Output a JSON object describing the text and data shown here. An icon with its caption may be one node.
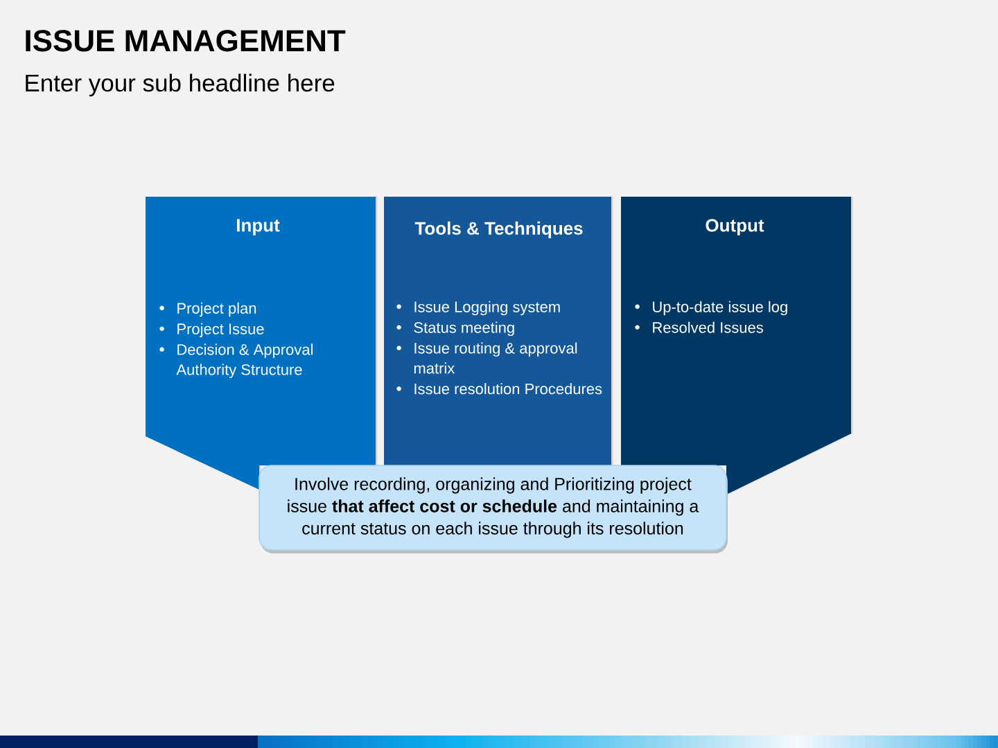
{
  "diagram": {
    "title": "ISSUE MANAGEMENT",
    "nodes": [
      {
        "text": [
          "Input",
          "Project plan",
          "Project Issue",
          "Decision & Approval Authority Structure"
        ]
      },
      {
        "text": [
          "Tools & Techniques",
          "Issue Logging system",
          "Status meeting",
          "Issue routing & approval matrix",
          "Issue resolution Procedures"
        ]
      },
      {
        "text": [
          "Output",
          "Up-to-date issue log",
          "Resolved Issues"
        ]
      },
      {
        "text": [
          "Involve recording, organizing and Prioritizing project issue **that affect cost or schedule** and maintaining a current status on each issue through its resolution"
        ]
      }
    ],
    "labels": [
      "Enter your sub headline here"
    ]
  }
}
